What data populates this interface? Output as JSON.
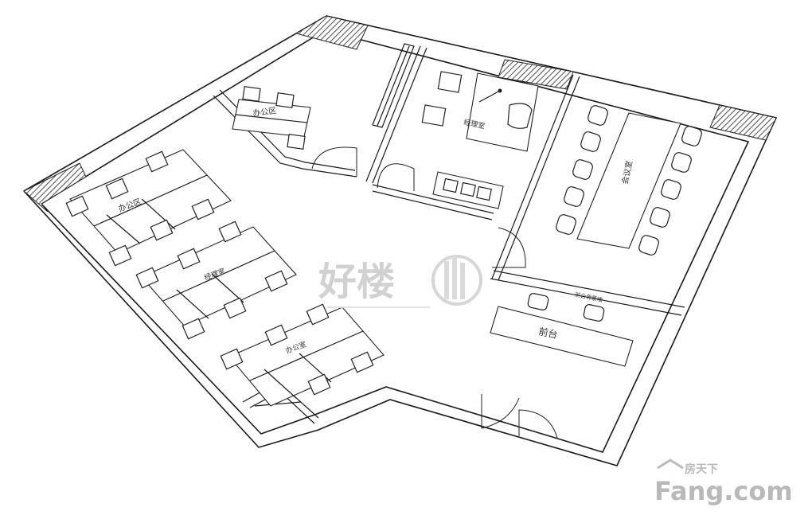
{
  "rooms": {
    "office_small": "办公区",
    "office_large": "办公区",
    "manager_left": "经理室",
    "office_lower": "办公室",
    "manager_top": "经理室",
    "meeting": "会议室",
    "reception_wall": "前台背景墙",
    "reception": "前台"
  },
  "watermark": {
    "text": "好楼"
  },
  "brand": {
    "cn": "房天下",
    "en": "Fang.com"
  }
}
